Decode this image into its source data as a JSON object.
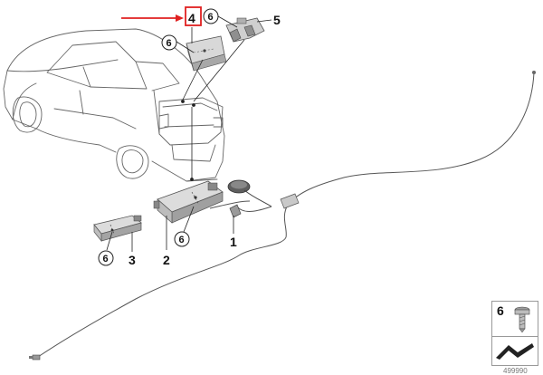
{
  "diagram": {
    "callouts": {
      "part_1": "1",
      "part_2": "2",
      "part_3": "3",
      "part_4": "4",
      "part_5": "5",
      "screw_a": "6",
      "screw_b": "6",
      "screw_c": "6",
      "screw_d": "6"
    },
    "legend": {
      "number": "6"
    },
    "image_id": "499990",
    "colors": {
      "highlight_arrow": "#e02020",
      "line": "#333333",
      "part_fill": "#d8d8d8",
      "part_dark": "#9a9a9a"
    }
  }
}
